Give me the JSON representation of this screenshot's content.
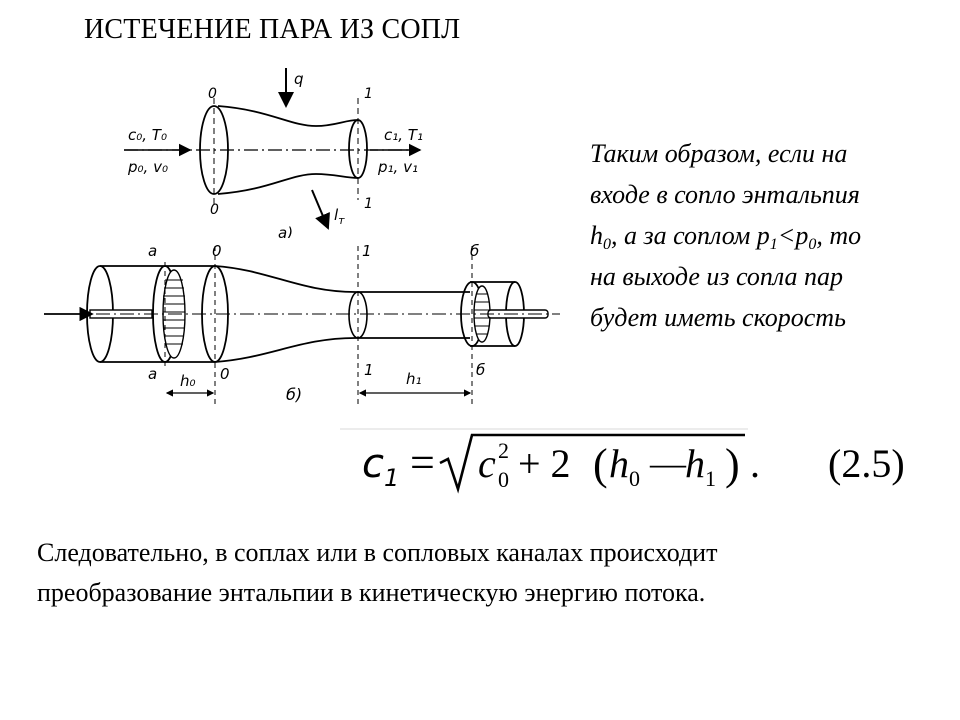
{
  "title": "ИСТЕЧЕНИЕ ПАРА ИЗ СОПЛ",
  "side_text": {
    "line1": "Таким образом, если на",
    "line2": "входе в сопло энтальпия",
    "h0_base": "h",
    "h0_sub": "0",
    "line3_mid": ", а за соплом p",
    "p1_sub": "1",
    "lt": "<p",
    "p0_sub": "0",
    "line3_end": ", то",
    "line4": "на выходе из сопла пар",
    "line5": "будет иметь скорость"
  },
  "formula": {
    "lhs": "c",
    "lhs_sub": "1",
    "equals": "=",
    "rad_base": "c",
    "rad_sup": "2",
    "rad_sub": "0",
    "plus_two": "+ 2",
    "paren_open": "(",
    "h0": "h",
    "h0_sub": "0",
    "minus": "—",
    "h1": "h",
    "h1_sub": "1",
    "paren_close": ")",
    "dot": ".",
    "number": "(2.5)"
  },
  "diagram_a": {
    "in_top": "c₀, T₀",
    "in_bot": "p₀, v₀",
    "out_top": "c₁, T₁",
    "out_bot": "p₁, v₁",
    "sec0_top": "0",
    "sec0_bot": "0",
    "sec1_top": "1",
    "sec1_bot": "1",
    "q": "q",
    "l": "l",
    "l_sub": "т",
    "caption": "а)"
  },
  "diagram_b": {
    "a_top": "а",
    "a_bot": "а",
    "zero_top": "0",
    "zero_bot": "0",
    "one_top": "1",
    "one_bot": "1",
    "b_top": "б",
    "b_bot": "б",
    "h0": "h₀",
    "h1": "h₁",
    "caption": "б)"
  },
  "bottom_text": {
    "line1": "Следовательно, в соплах или в сопловых каналах происходит",
    "line2": "преобразование энтальпии в кинетическую энергию потока."
  }
}
